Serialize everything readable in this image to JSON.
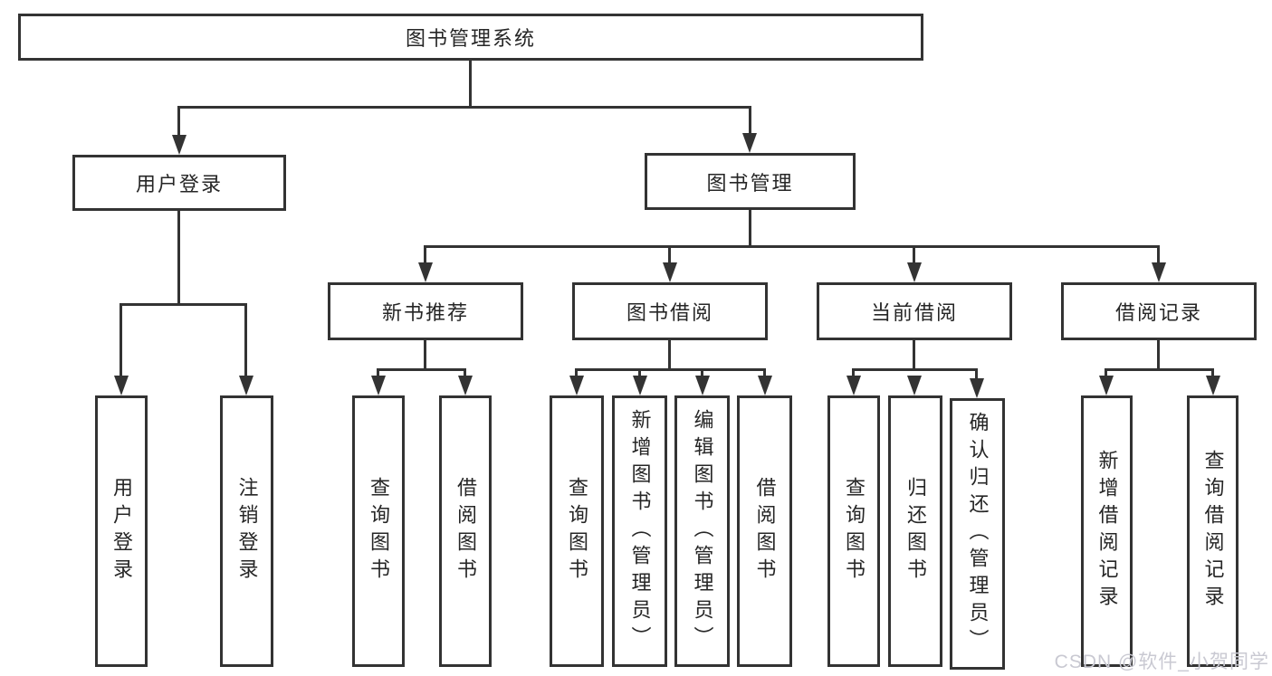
{
  "nodes": {
    "root": "图书管理系统",
    "user_login": "用户登录",
    "book_manage": "图书管理",
    "user_login_children": [
      "用户登录",
      "注销登录"
    ],
    "book_manage_children": [
      "新书推荐",
      "图书借阅",
      "当前借阅",
      "借阅记录"
    ],
    "recommend_children": [
      "查询图书",
      "借阅图书"
    ],
    "borrow_children": [
      "查询图书",
      "新增图书（管理员）",
      "编辑图书（管理员）",
      "借阅图书"
    ],
    "current_children": [
      "查询图书",
      "归还图书",
      "确认归还（管理员）"
    ],
    "record_children": [
      "新增借阅记录",
      "查询借阅记录"
    ]
  },
  "watermark": "CSDN @软件_小贺同学",
  "colors": {
    "line": "#333333",
    "text": "#262626",
    "background": "#ffffff",
    "watermark": "#c9c9d2"
  }
}
